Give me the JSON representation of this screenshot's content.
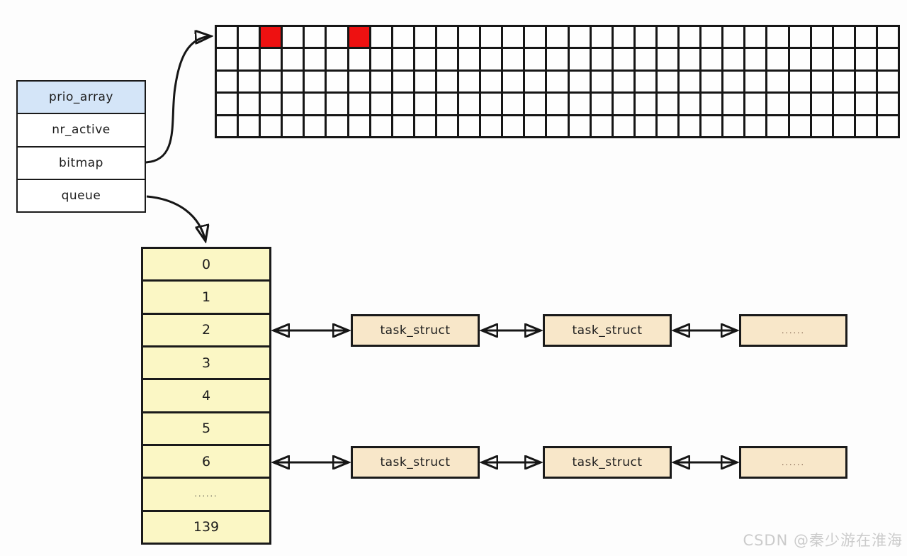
{
  "struct_box": {
    "fields": [
      {
        "label": "prio_array",
        "highlighted": true
      },
      {
        "label": "nr_active",
        "highlighted": false
      },
      {
        "label": "bitmap",
        "highlighted": false
      },
      {
        "label": "queue",
        "highlighted": false
      }
    ]
  },
  "bitmap_grid": {
    "rows": 5,
    "cols": 31,
    "marked_cells": [
      [
        0,
        2
      ],
      [
        0,
        6
      ]
    ]
  },
  "queue_array": {
    "items": [
      "0",
      "1",
      "2",
      "3",
      "4",
      "5",
      "6",
      "......",
      "139"
    ],
    "linked_slots": [
      2,
      6
    ]
  },
  "task_lists": [
    {
      "slot": "2",
      "nodes": [
        "task_struct",
        "task_struct",
        "......"
      ]
    },
    {
      "slot": "6",
      "nodes": [
        "task_struct",
        "task_struct",
        "......"
      ]
    }
  ],
  "colors": {
    "struct_header_bg": "#d4e5f8",
    "bitmap_marked": "#ee1111",
    "queue_bg": "#fbf7c5",
    "task_bg": "#f8e7c9"
  },
  "watermark": "CSDN @秦少游在淮海"
}
